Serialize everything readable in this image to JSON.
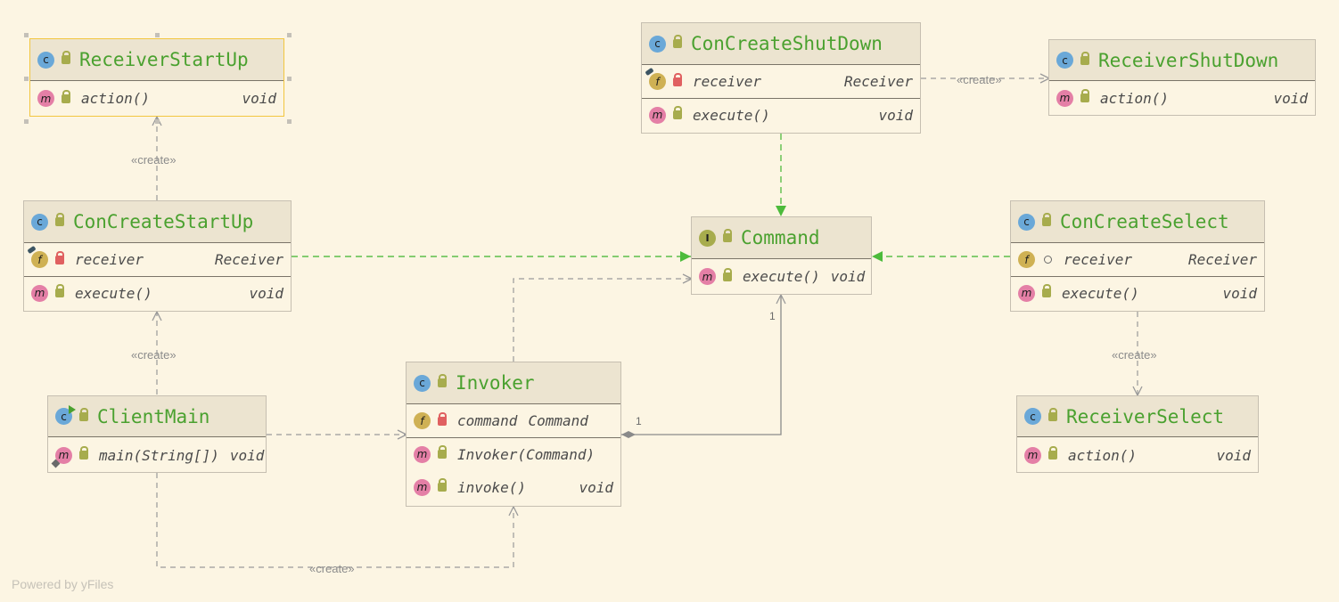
{
  "diagram": {
    "powered_by": "Powered by yFiles",
    "stereotype_create": "«create»",
    "multiplicity_one": "1",
    "nodes": {
      "receiver_startup": {
        "badge": "c",
        "title": "ReceiverStartUp",
        "method": {
          "badge": "m",
          "name": "action()",
          "type": "void"
        }
      },
      "concreate_shutdown": {
        "badge": "c",
        "title": "ConCreateShutDown",
        "field": {
          "badge": "f",
          "name": "receiver",
          "type": "Receiver"
        },
        "method": {
          "badge": "m",
          "name": "execute()",
          "type": "void"
        }
      },
      "receiver_shutdown": {
        "badge": "c",
        "title": "ReceiverShutDown",
        "method": {
          "badge": "m",
          "name": "action()",
          "type": "void"
        }
      },
      "concreate_startup": {
        "badge": "c",
        "title": "ConCreateStartUp",
        "field": {
          "badge": "f",
          "name": "receiver",
          "type": "Receiver"
        },
        "method": {
          "badge": "m",
          "name": "execute()",
          "type": "void"
        }
      },
      "command": {
        "badge": "I",
        "title": "Command",
        "method": {
          "badge": "m",
          "name": "execute()",
          "type": "void"
        }
      },
      "concreate_select": {
        "badge": "c",
        "title": "ConCreateSelect",
        "field": {
          "badge": "f",
          "name": "receiver",
          "type": "Receiver"
        },
        "method": {
          "badge": "m",
          "name": "execute()",
          "type": "void"
        }
      },
      "client_main": {
        "badge": "c",
        "title": "ClientMain",
        "method": {
          "badge": "m",
          "name": "main(String[])",
          "type": "void"
        }
      },
      "invoker": {
        "badge": "c",
        "title": "Invoker",
        "field": {
          "badge": "f",
          "name": "command",
          "type": "Command"
        },
        "constructor": {
          "badge": "m",
          "name": "Invoker(Command)"
        },
        "method": {
          "badge": "m",
          "name": "invoke()",
          "type": "void"
        }
      },
      "receiver_select": {
        "badge": "c",
        "title": "ReceiverSelect",
        "method": {
          "badge": "m",
          "name": "action()",
          "type": "void"
        }
      }
    },
    "colors": {
      "background": "#fcf5e3",
      "header": "#ece4d0",
      "title_green": "#4aa12f",
      "realization_green": "#5cbf4a",
      "dependency_gray": "#9a9a9a",
      "selection_yellow": "#f2c63f"
    }
  }
}
